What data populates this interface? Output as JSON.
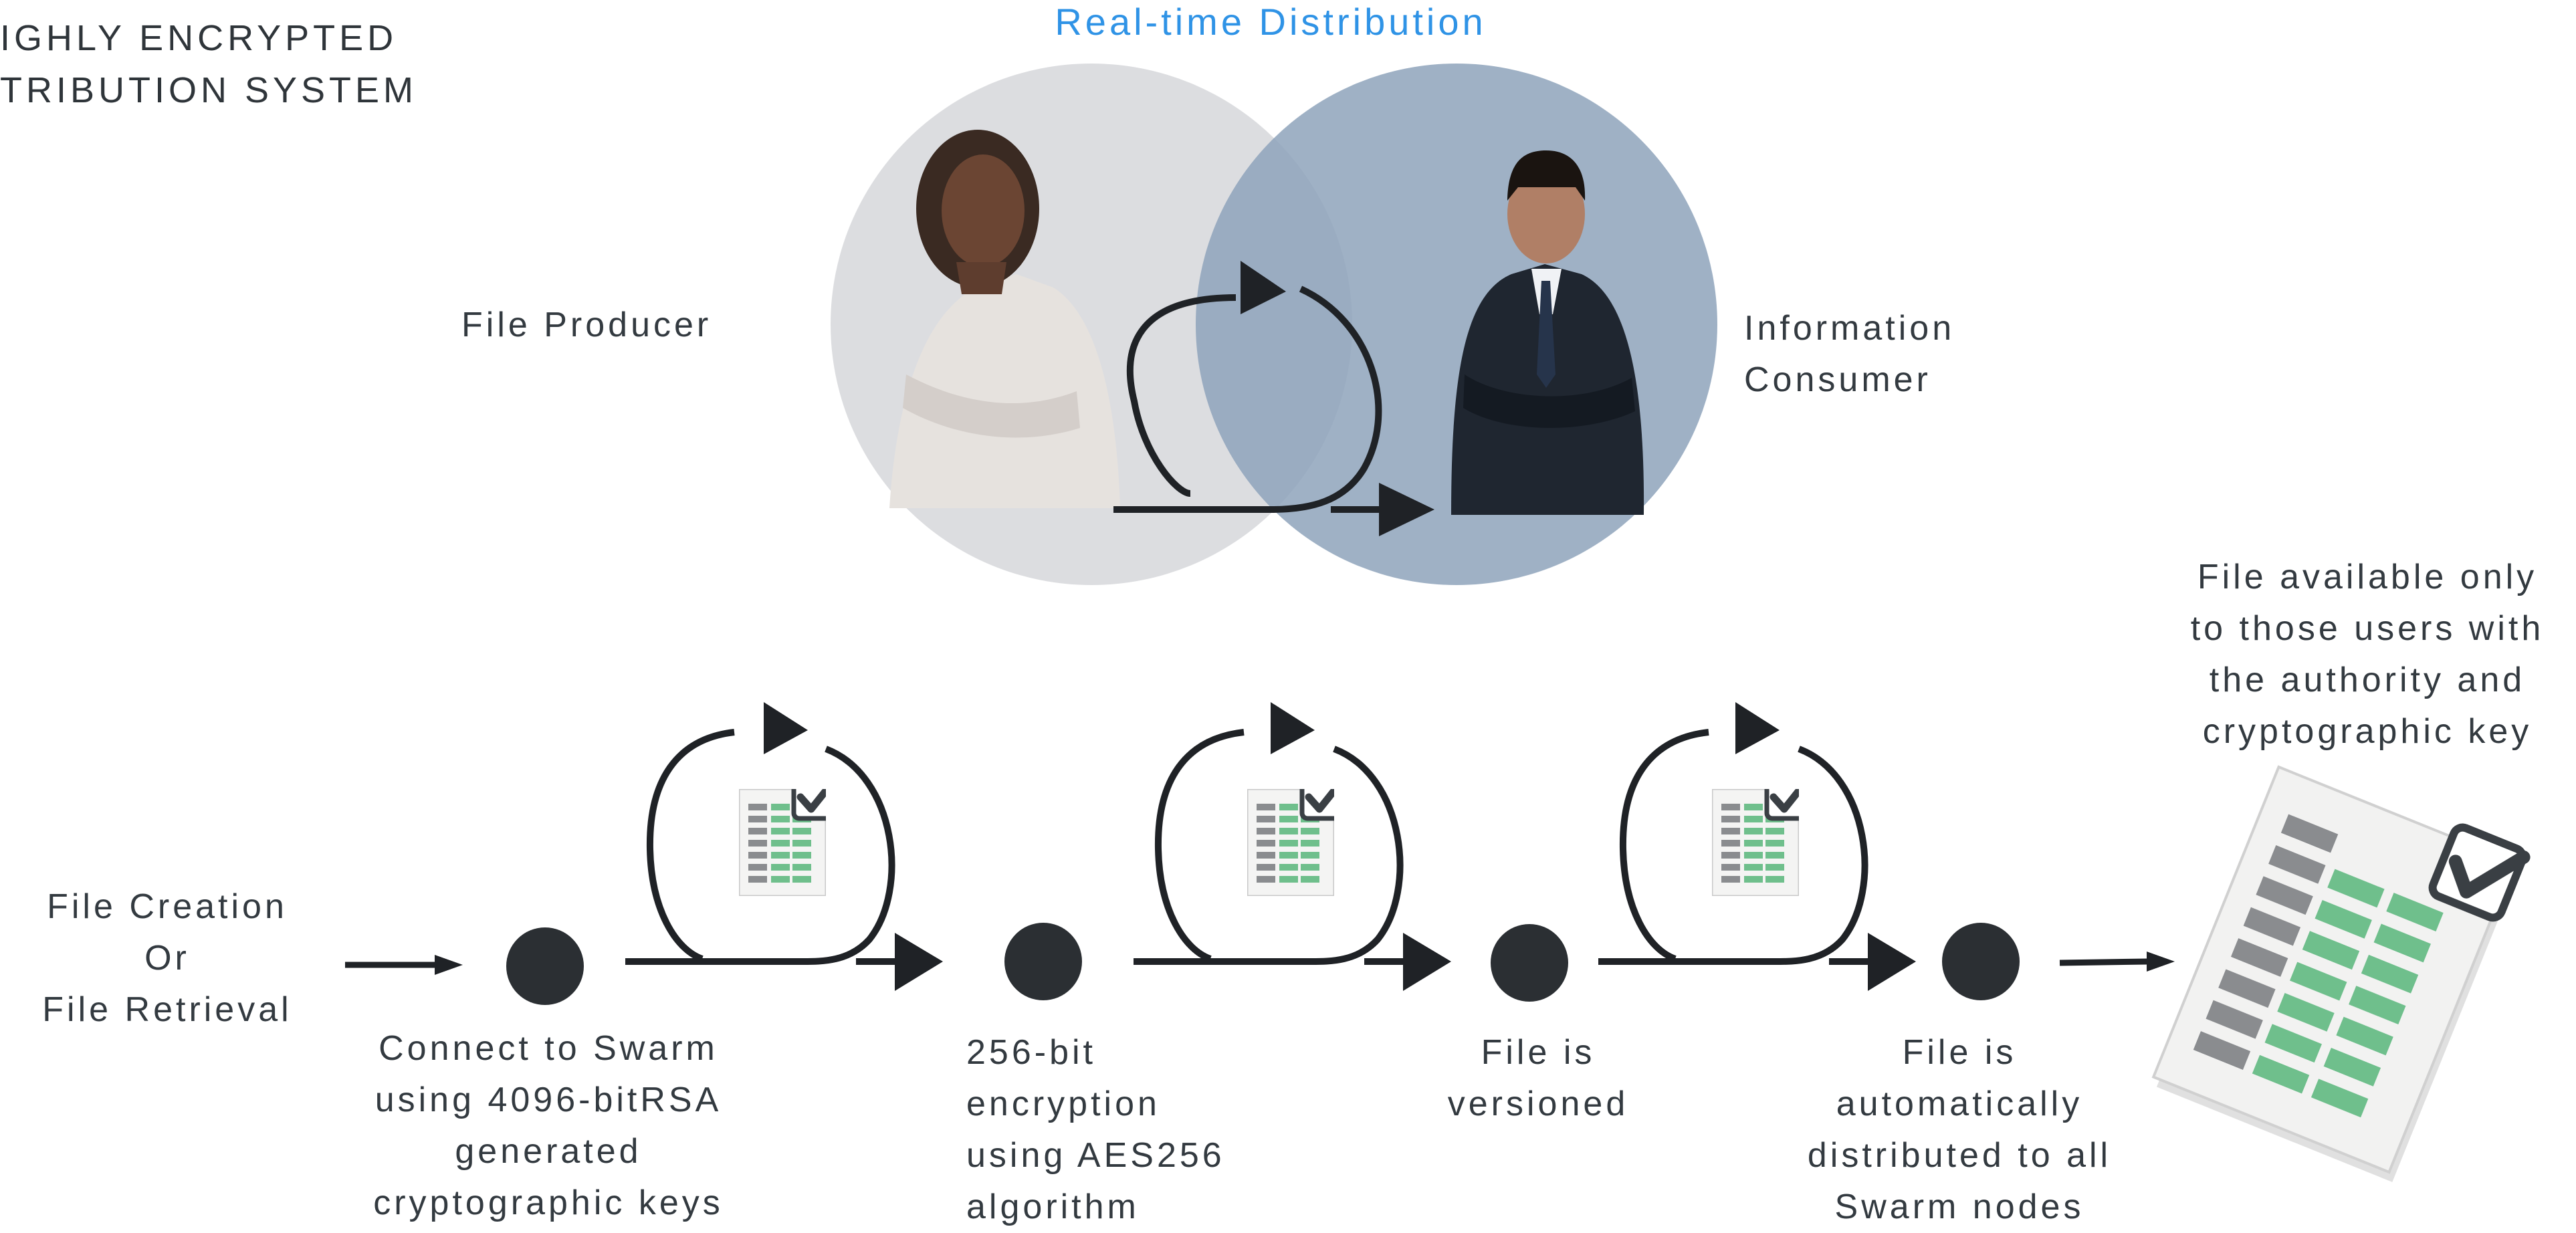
{
  "header": {
    "title_line1": "IGHLY ENCRYPTED",
    "title_line2": "TRIBUTION SYSTEM",
    "realtime": "Real-time Distribution"
  },
  "people": {
    "producer": "File Producer",
    "consumer_line1": "Information",
    "consumer_line2": "Consumer"
  },
  "flow": {
    "start": [
      "File Creation",
      "Or",
      "File Retrieval"
    ],
    "step1": [
      "Connect to Swarm",
      "using 4096-bitRSA",
      "generated",
      "cryptographic keys"
    ],
    "step2": [
      "256-bit",
      "encryption",
      "using AES256",
      "algorithm"
    ],
    "step3": [
      "File is",
      "versioned"
    ],
    "step4": [
      "File is",
      "automatically",
      "distributed to all",
      "Swarm nodes"
    ],
    "result": [
      "File available only",
      "to those users with",
      "the authority and",
      "cryptographic key"
    ]
  },
  "colors": {
    "accent": "#2f93e6",
    "left_circle": "#dcdde0",
    "right_circle": "#8ea3bb",
    "dark": "#2b2f33",
    "sheet_green": "#6fbf8c",
    "sheet_gray": "#8a8c8f"
  },
  "icons": [
    "cycle-arrow-icon",
    "spreadsheet-check-icon",
    "node-dot-icon",
    "arrow-right-icon"
  ]
}
